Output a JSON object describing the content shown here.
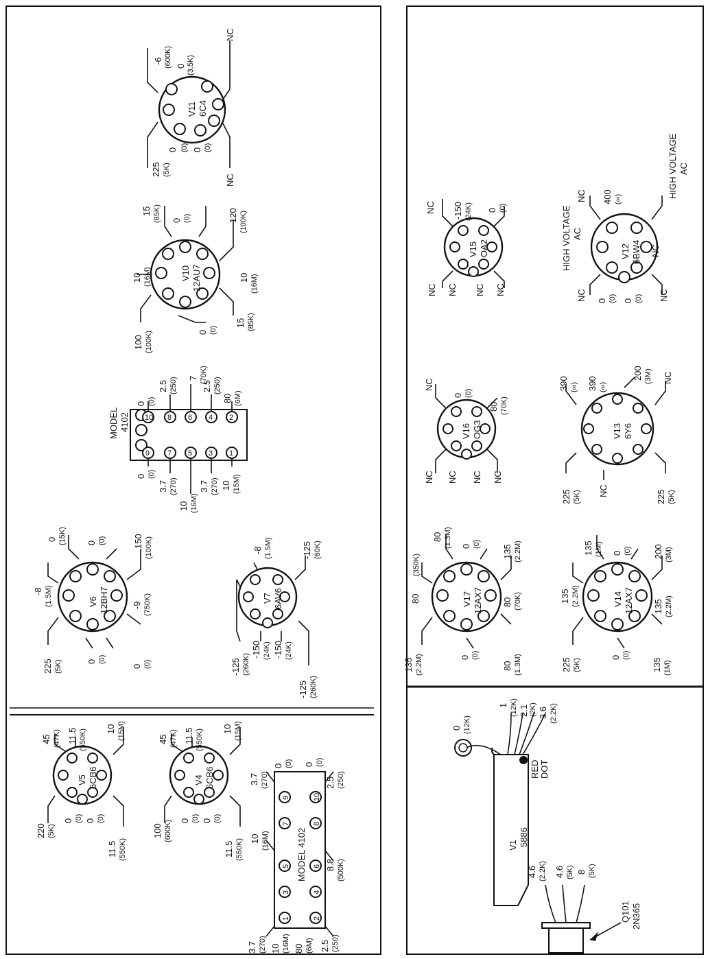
{
  "left_panel": {
    "sockets": [
      {
        "name": "V11",
        "type": "6C4",
        "labels": {
          "a": "-6",
          "b": "(600K)",
          "c": "0",
          "d": "(3.5K)",
          "e": "NC",
          "f": "225",
          "g": "(5K)",
          "h": "0",
          "i": "(0)",
          "j": "0",
          "k": "(0)",
          "l": "NC"
        }
      },
      {
        "name": "V10",
        "type": "12AU7",
        "labels": {
          "a": "15",
          "b": "(85K)",
          "c": "0",
          "d": "(0)",
          "e": "120",
          "f": "(100K)",
          "g": "10",
          "h": "(16M)",
          "i": "10",
          "j": "(16M)",
          "k": "100",
          "l": "(100K)",
          "m": "0",
          "n": "(0)",
          "o": "15",
          "p": "(85K)"
        }
      },
      {
        "name": "V6",
        "type": "12BH7",
        "labels": {
          "a": "0",
          "b": "(15K)",
          "c": "0",
          "d": "(0)",
          "e": "150",
          "f": "(100K)",
          "g": "-8",
          "h": "(1.5M)",
          "i": "-9",
          "j": "(750K)",
          "k": "225",
          "l": "(5K)",
          "m": "0",
          "n": "(0)",
          "o": "0",
          "p": "(0)"
        }
      },
      {
        "name": "V7",
        "type": "6AV6",
        "labels": {
          "a": "-8",
          "b": "(1.5M)",
          "c": "-125",
          "d": "(60K)",
          "e": "-125",
          "f": "(260K)",
          "g": "-150",
          "h": "(24K)",
          "i": "-150",
          "j": "(24K)",
          "k": "-125",
          "l": "(260K)"
        }
      },
      {
        "name": "V5",
        "type": "6CB6",
        "labels": {
          "a": "45",
          "b": "(47K)",
          "c": "11.5",
          "d": "(550K)",
          "e": "10",
          "f": "(15M)",
          "g": "220",
          "h": "(5K)",
          "i": "0",
          "j": "(0)",
          "k": "0",
          "l": "(0)",
          "m": "11.5",
          "n": "(550K)"
        }
      },
      {
        "name": "V4",
        "type": "6CB6",
        "labels": {
          "a": "45",
          "b": "(47K)",
          "c": "11.5",
          "d": "(550K)",
          "e": "10",
          "f": "(15M)",
          "g": "100",
          "h": "(600K)",
          "i": "0",
          "j": "(0)",
          "k": "0",
          "l": "(0)",
          "m": "11.5",
          "n": "(550K)"
        }
      }
    ],
    "model_upper": {
      "title_1": "MODEL",
      "title_2": "4102",
      "pins_left": [
        "9",
        "7",
        "5",
        "3",
        "1"
      ],
      "pins_right": [
        "10",
        "8",
        "6",
        "4",
        "2"
      ],
      "labels": {
        "a": "0",
        "b": "(0)",
        "c": "2.5",
        "d": "(250)",
        "e": "7",
        "f": "(70K)",
        "g": "2.5",
        "h": "(250)",
        "i": "80",
        "j": "(6M)",
        "k": "0",
        "l": "(0)",
        "m": "3.7",
        "n": "(270)",
        "o": "3.7",
        "p": "(270)",
        "q": "10",
        "r": "(15M)",
        "s": "10",
        "t": "(16M)"
      }
    },
    "model_lower": {
      "title": "MODEL 4102",
      "pins_top": [
        "1",
        "3",
        "5",
        "7",
        "9"
      ],
      "pins_bottom": [
        "2",
        "4",
        "6",
        "8",
        "10"
      ],
      "labels": {
        "a": "3.7",
        "b": "(270)",
        "c": "0",
        "d": "(0)",
        "e": "0",
        "f": "(0)",
        "g": "2.5",
        "h": "(250)",
        "i": "10",
        "j": "(16M)",
        "k": "8.8",
        "l": "(500K)",
        "m": "3.7",
        "n": "(270)",
        "o": "10",
        "p": "(16M)",
        "q": "80",
        "r": "(6M)",
        "s": "2.5",
        "t": "(250)"
      }
    }
  },
  "right_panel": {
    "sockets": [
      {
        "name": "V15",
        "type": "OA2",
        "labels": {
          "a": "NC",
          "b": "-150",
          "c": "(24K)",
          "d": "0",
          "e": "(0)",
          "f": "NC",
          "g": "NC",
          "h": "NC",
          "i": "NC"
        }
      },
      {
        "name": "V12",
        "type": "6BW4",
        "labels": {
          "a": "NC",
          "b": "400",
          "c": "(∞)",
          "d": "HIGH VOLTAGE",
          "e": "AC",
          "f": "HIGH VOLTAGE",
          "g": "AC",
          "h": "NC",
          "i": "0",
          "j": "(0)",
          "k": "0",
          "l": "(0)",
          "m": "NC",
          "n": "NC"
        }
      },
      {
        "name": "V16",
        "type": "OG3",
        "labels": {
          "a": "NC",
          "b": "0",
          "c": "(0)",
          "d": "80",
          "e": "(70K)",
          "f": "NC",
          "g": "NC",
          "h": "NC",
          "i": "NC"
        }
      },
      {
        "name": "V13",
        "type": "6Y6",
        "labels": {
          "a": "390",
          "b": "(∞)",
          "c": "390",
          "d": "(∞)",
          "e": "200",
          "f": "(3M)",
          "g": "NC",
          "h": "225",
          "i": "(5K)",
          "j": "NC",
          "k": "225",
          "l": "(5K)"
        }
      },
      {
        "name": "V17",
        "type": "12AX7",
        "labels": {
          "a": "80",
          "b": "(1.3M)",
          "c": "0",
          "d": "(0)",
          "e": "135",
          "f": "(2.2M)",
          "g": "80",
          "h": "(350K)",
          "i": "80",
          "j": "(70K)",
          "k": "135",
          "l": "(2.2M)",
          "m": "0",
          "n": "(0)",
          "o": "80",
          "p": "(1.3M)"
        }
      },
      {
        "name": "V14",
        "type": "12AX7",
        "labels": {
          "a": "135",
          "b": "(1M)",
          "c": "0",
          "d": "(0)",
          "e": "200",
          "f": "(3M)",
          "g": "135",
          "h": "(2.2M)",
          "i": "135",
          "j": "(2.2M)",
          "k": "225",
          "l": "(5K)",
          "m": "0",
          "n": "(0)",
          "o": "135",
          "p": "(1M)"
        }
      }
    ],
    "v1": {
      "name": "V1",
      "type": "5886",
      "red_dot": "RED",
      "red_dot_2": "DOT",
      "labels": {
        "a": "0",
        "b": "(12K)",
        "c": "1",
        "d": "(12K)",
        "e": "2.1",
        "f": "(2K)",
        "g": "3.6",
        "h": "(2.2K)"
      }
    },
    "q101": {
      "name": "Q101",
      "type": "2N365",
      "labels": {
        "a": "4.6",
        "b": "(2.2K)",
        "c": "4.6",
        "d": "(5K)",
        "e": "8",
        "f": "(5K)"
      }
    }
  }
}
